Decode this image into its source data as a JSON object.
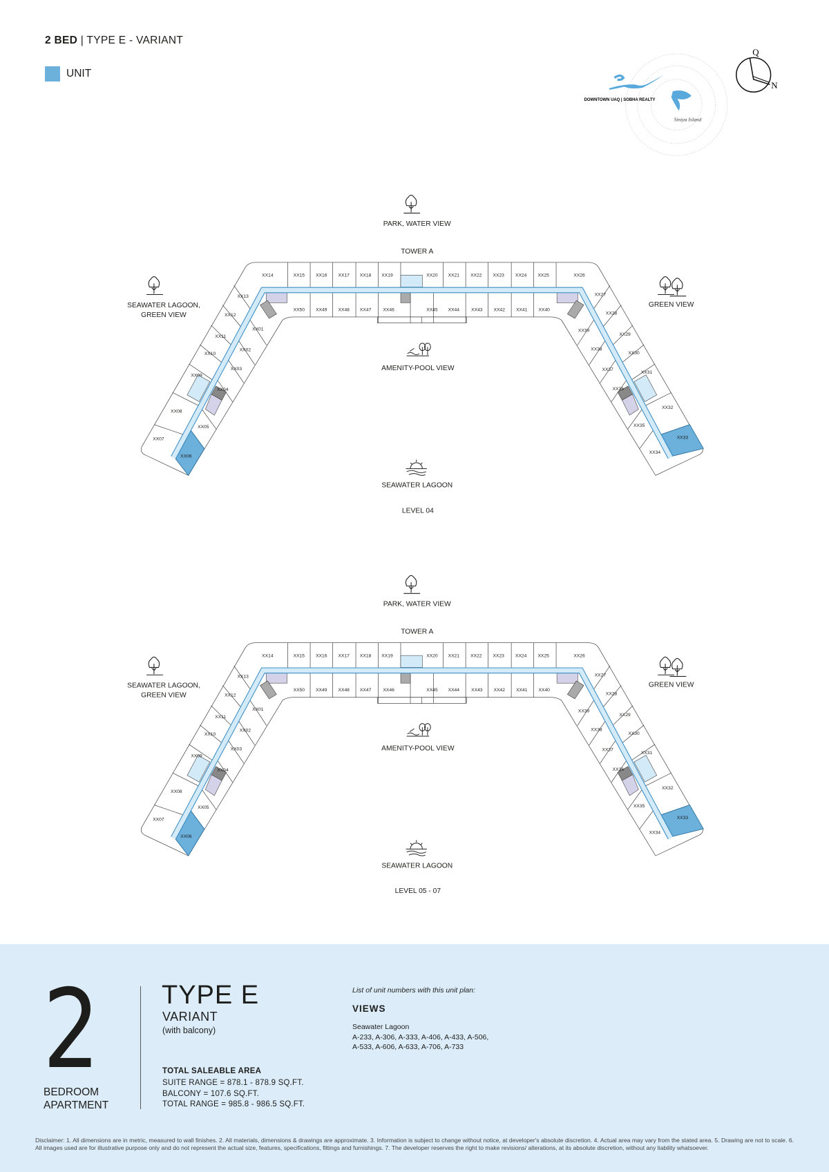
{
  "header": {
    "bed": "2 BED",
    "separator": "|",
    "type": "TYPE E - VARIANT"
  },
  "legend": {
    "unit_label": "UNIT",
    "unit_color": "#6cb0dc"
  },
  "logo": {
    "text": "DOWNTOWN UAQ | SOBHA REALTY",
    "brand": "SOBHA Siniya Island"
  },
  "compass": {
    "q": "Q",
    "n": "N"
  },
  "floorplan": {
    "tower": "TOWER A",
    "view_top": "PARK, WATER VIEW",
    "view_left_1": "SEAWATER LAGOON,",
    "view_left_2": "GREEN VIEW",
    "view_right": "GREEN VIEW",
    "view_center": "AMENITY-POOL VIEW",
    "view_bottom": "SEAWATER LAGOON",
    "highlighted_units": [
      "XX06",
      "XX33"
    ],
    "units": [
      "XX01",
      "XX02",
      "XX03",
      "XX04",
      "XX05",
      "XX06",
      "XX07",
      "XX08",
      "XX09",
      "XX10",
      "XX11",
      "XX12",
      "XX13",
      "XX14",
      "XX15",
      "XX16",
      "XX17",
      "XX18",
      "XX19",
      "XX20",
      "XX21",
      "XX22",
      "XX23",
      "XX24",
      "XX25",
      "XX26",
      "XX27",
      "XX28",
      "XX29",
      "XX30",
      "XX31",
      "XX32",
      "XX33",
      "XX34",
      "XX35",
      "XX36",
      "XX37",
      "XX38",
      "XX39",
      "XX40",
      "XX41",
      "XX42",
      "XX43",
      "XX44",
      "XX45",
      "XX46",
      "XX47",
      "XX48",
      "XX49",
      "XX50"
    ],
    "levels": [
      "LEVEL 04",
      "LEVEL 05 - 07"
    ]
  },
  "summary": {
    "bedrooms": "2",
    "bedroom_label_1": "BEDROOM",
    "bedroom_label_2": "APARTMENT",
    "type": "TYPE E",
    "variant": "VARIANT",
    "variant_note": "(with balcony)",
    "area_title": "TOTAL SALEABLE AREA",
    "suite_range": "SUITE RANGE = 878.1 - 878.9 SQ.FT.",
    "balcony": "BALCONY = 107.6 SQ.FT.",
    "total_range": "TOTAL RANGE = 985.8 - 986.5 SQ.FT.",
    "list_title": "List of unit numbers with this unit plan:",
    "views_title": "VIEWS",
    "view_name": "Seawater Lagoon",
    "units_line_1": "A-233, A-306, A-333, A-406, A-433, A-506,",
    "units_line_2": "A-533, A-606, A-633, A-706, A-733"
  },
  "disclaimer": "Disclaimer: 1. All dimensions are in metric, measured to wall finishes. 2. All materials, dimensions & drawings are approximate. 3. Information is subject to change without notice, at developer's absolute discretion. 4. Actual area may vary from the stated area. 5. Drawing are not to scale. 6. All images used are for illustrative purpose only and do not represent the actual size, features, specifications, fittings and furnishings. 7. The developer reserves the right to make revisions/ alterations, at its absolute discretion, without any liability whatsoever."
}
